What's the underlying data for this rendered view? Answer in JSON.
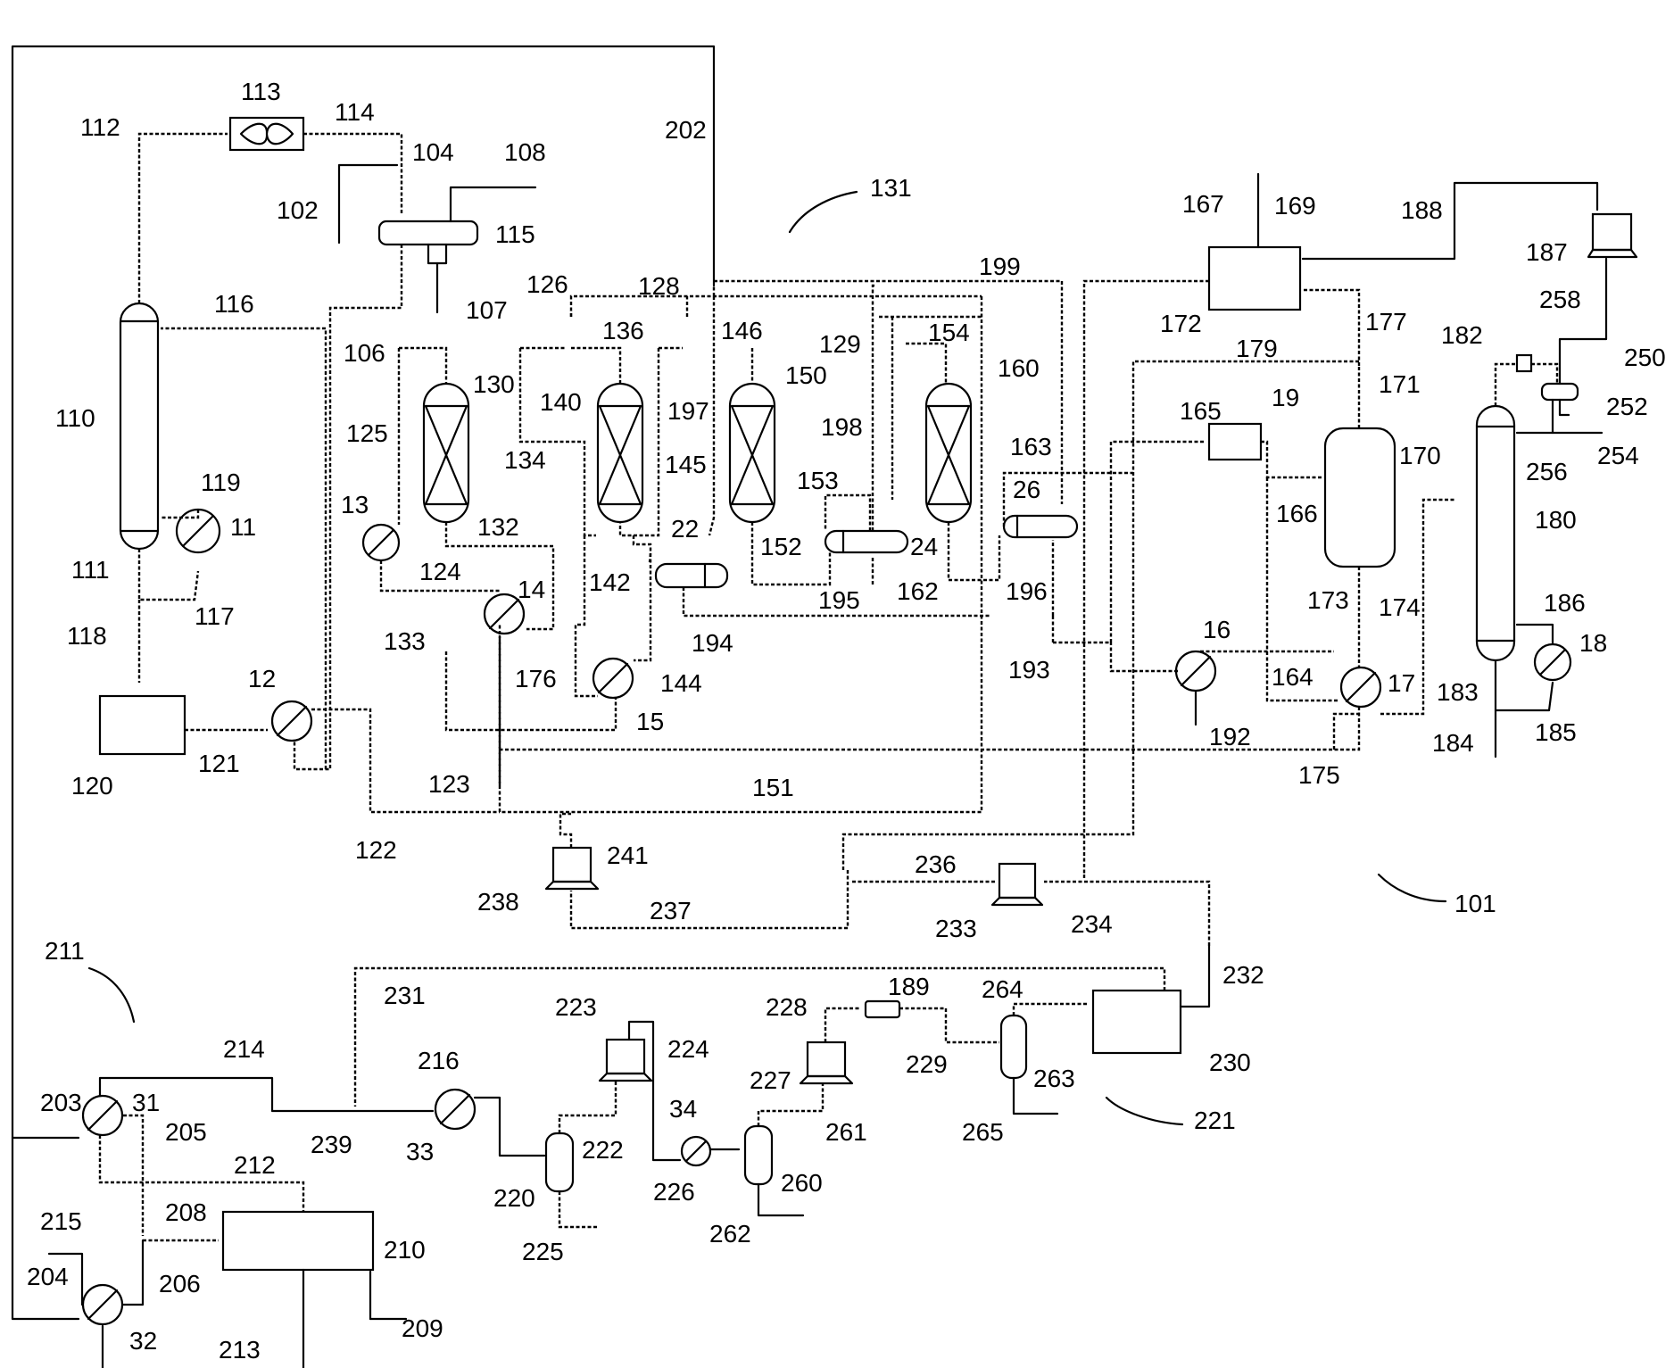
{
  "labels": {
    "l101": "101",
    "l102": "102",
    "l104": "104",
    "l106": "106",
    "l107": "107",
    "l108": "108",
    "l110": "110",
    "l111": "111",
    "l112": "112",
    "l113": "113",
    "l114": "114",
    "l115": "115",
    "l116": "116",
    "l117": "117",
    "l118": "118",
    "l119": "119",
    "l11": "11",
    "l120": "120",
    "l121": "121",
    "l122": "122",
    "l123": "123",
    "l124": "124",
    "l125": "125",
    "l126": "126",
    "l128": "128",
    "l129": "129",
    "l130": "130",
    "l131": "131",
    "l132": "132",
    "l133": "133",
    "l134": "134",
    "l136": "136",
    "l140": "140",
    "l142": "142",
    "l144": "144",
    "l145": "145",
    "l146": "146",
    "l150": "150",
    "l151": "151",
    "l152": "152",
    "l153": "153",
    "l154": "154",
    "l160": "160",
    "l162": "162",
    "l163": "163",
    "l164": "164",
    "l165": "165",
    "l166": "166",
    "l167": "167",
    "l169": "169",
    "l170": "170",
    "l171": "171",
    "l172": "172",
    "l173": "173",
    "l174": "174",
    "l175": "175",
    "l176": "176",
    "l177": "177",
    "l179": "179",
    "l180": "180",
    "l182": "182",
    "l183": "183",
    "l184": "184",
    "l185": "185",
    "l186": "186",
    "l187": "187",
    "l188": "188",
    "l189": "189",
    "l192": "192",
    "l193": "193",
    "l194": "194",
    "l195": "195",
    "l196": "196",
    "l197": "197",
    "l198": "198",
    "l199": "199",
    "l12": "12",
    "l13": "13",
    "l14": "14",
    "l15": "15",
    "l16": "16",
    "l17": "17",
    "l18": "18",
    "l19": "19",
    "l22": "22",
    "l24": "24",
    "l26": "26",
    "l202": "202",
    "l203": "203",
    "l204": "204",
    "l205": "205",
    "l206": "206",
    "l208": "208",
    "l209": "209",
    "l210": "210",
    "l211": "211",
    "l212": "212",
    "l213": "213",
    "l214": "214",
    "l215": "215",
    "l216": "216",
    "l220": "220",
    "l221": "221",
    "l222": "222",
    "l223": "223",
    "l224": "224",
    "l225": "225",
    "l226": "226",
    "l227": "227",
    "l228": "228",
    "l229": "229",
    "l230": "230",
    "l231": "231",
    "l232": "232",
    "l233": "233",
    "l234": "234",
    "l236": "236",
    "l237": "237",
    "l238": "238",
    "l239": "239",
    "l241": "241",
    "l250": "250",
    "l252": "252",
    "l254": "254",
    "l256": "256",
    "l258": "258",
    "l260": "260",
    "l261": "261",
    "l262": "262",
    "l263": "263",
    "l264": "264",
    "l265": "265",
    "l31": "31",
    "l32": "32",
    "l33": "33",
    "l34": "34"
  }
}
